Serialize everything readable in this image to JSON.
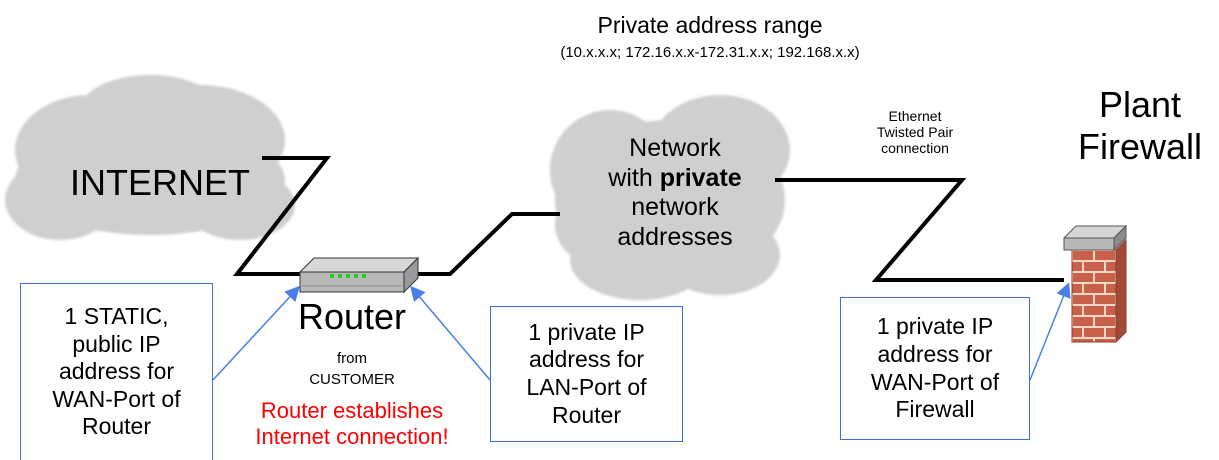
{
  "header": {
    "title": "Private address range",
    "subtitle": "(10.x.x.x; 172.16.x.x-172.31.x.x; 192.168.x.x)"
  },
  "internet": {
    "label": "INTERNET"
  },
  "network": {
    "line1": "Network",
    "line2_pre": "with ",
    "line2_bold": "private",
    "line3": "network",
    "line4": "addresses"
  },
  "ethernet": {
    "label": "Ethernet\nTwisted Pair\nconnection"
  },
  "firewall": {
    "label": "Plant\nFirewall"
  },
  "router": {
    "label": "Router",
    "from": "from",
    "customer": "CUSTOMER",
    "note": "Router establishes\nInternet connection!",
    "note_color": "#ff0000"
  },
  "boxes": {
    "wan_router": "1 STATIC,\npublic IP\naddress for\nWAN-Port of\nRouter",
    "lan_router": "1 private IP\naddress for\nLAN-Port of\nRouter",
    "wan_firewall": "1 private IP\naddress for\nWAN-Port of\nFirewall"
  },
  "colors": {
    "box_border": "#3b6fe0",
    "arrow": "#4a7fe8",
    "cloud": "#cfcfcf",
    "brick": "#c8604a",
    "mortar": "#f0d8c8"
  }
}
